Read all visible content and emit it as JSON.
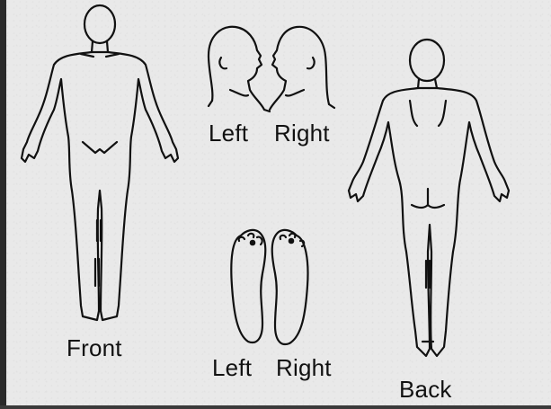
{
  "labels": {
    "head_left": "Left",
    "head_right": "Right",
    "front": "Front",
    "back": "Back",
    "foot_left": "Left",
    "foot_right": "Right"
  },
  "colors": {
    "ink": "#111111",
    "paper": "#e9e9e9"
  }
}
